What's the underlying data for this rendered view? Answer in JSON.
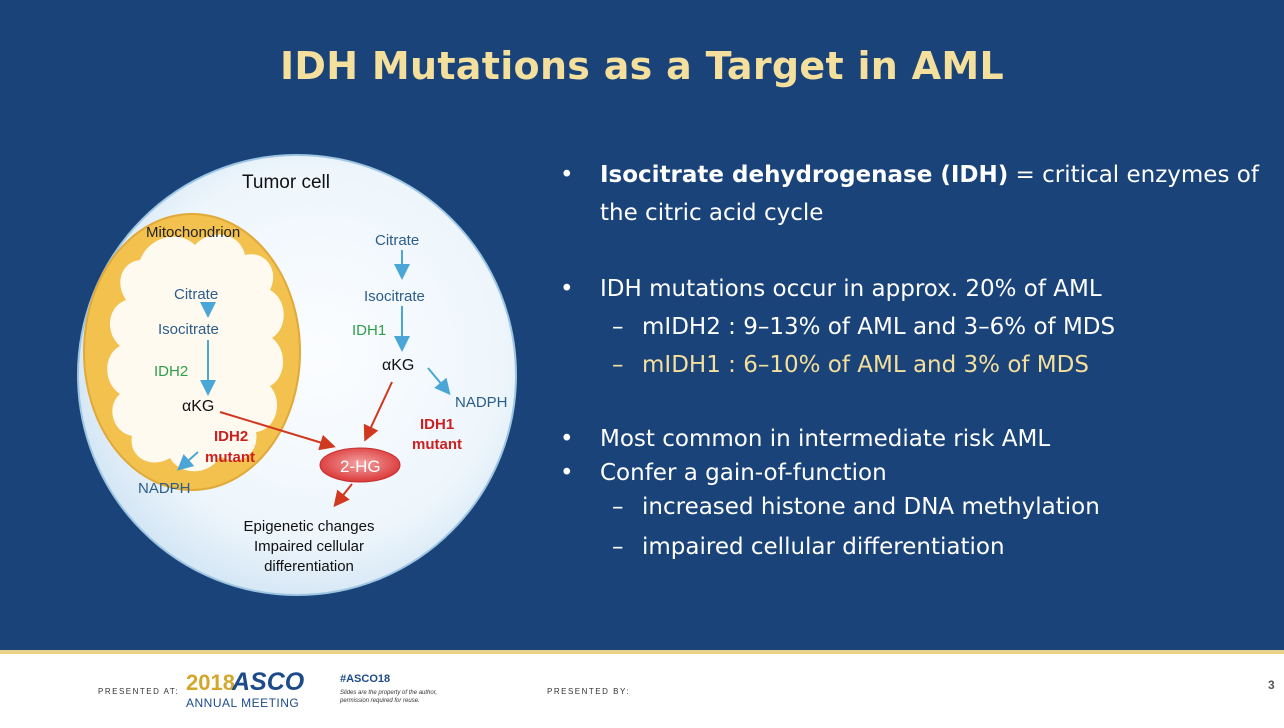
{
  "slide": {
    "title": "IDH Mutations as a Target in AML",
    "page_number": "3",
    "colors": {
      "background": "#1a4479",
      "title": "#f5df9d",
      "highlight": "#f5df9d",
      "text": "#ffffff"
    }
  },
  "diagram": {
    "tumor_cell_label": "Tumor cell",
    "mitochondrion_label": "Mitochondrion",
    "mito": {
      "citrate": "Citrate",
      "isocitrate": "Isocitrate",
      "enzyme": "IDH2",
      "akg": "αKG",
      "nadph": "NADPH",
      "mutant_line1": "IDH2",
      "mutant_line2": "mutant"
    },
    "cyto": {
      "citrate": "Citrate",
      "isocitrate": "Isocitrate",
      "enzyme": "IDH1",
      "akg": "αKG",
      "nadph": "NADPH",
      "mutant_line1": "IDH1",
      "mutant_line2": "mutant"
    },
    "oncometabolite": "2-HG",
    "outcome_lines": [
      "Epigenetic changes",
      "Impaired cellular",
      "differentiation"
    ],
    "colors": {
      "enzyme_green": "#2e9e4a",
      "mutant_red": "#cc1f1f",
      "arrow_blue": "#4aa6d6",
      "metabolite_blue": "#2b5d8a"
    }
  },
  "bullets": {
    "b1_bold": "Isocitrate dehydrogenase (IDH)",
    "b1_rest": " = critical enzymes of",
    "b1_line2": "the citric acid cycle",
    "b2": "IDH mutations occur in approx. 20% of AML",
    "b2_sub1": "mIDH2 : 9–13% of AML and 3–6% of MDS",
    "b2_sub2": "mIDH1 : 6–10% of AML and 3% of MDS",
    "b3": "Most common in intermediate risk AML",
    "b4": "Confer a gain-of-function",
    "b4_sub1": "increased histone and DNA methylation",
    "b4_sub2": "impaired cellular differentiation",
    "bullet_char": "•",
    "dash_char": "–"
  },
  "footer": {
    "presented_at": "PRESENTED AT:",
    "year": "2018",
    "org": "ASCO",
    "meeting": "ANNUAL MEETING",
    "hashtag": "#ASCO18",
    "disclaimer_line1": "Slides are the property of the author,",
    "disclaimer_line2": "permission required for reuse.",
    "presented_by": "PRESENTED BY:",
    "colors": {
      "asco_blue": "#1d4a8a",
      "asco_gold": "#d4a72c"
    }
  }
}
